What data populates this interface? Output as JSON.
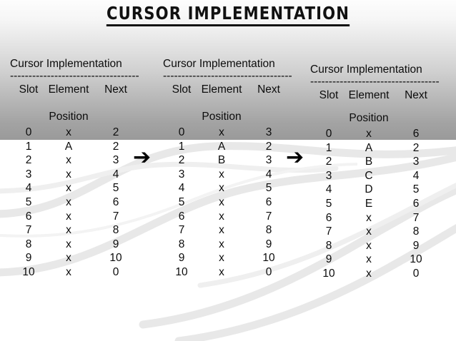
{
  "slide": {
    "title": "CURSOR IMPLEMENTATION",
    "background_top": "#fdfdfd",
    "background_mid": "#9a9a9a",
    "background_bottom": "#ffffff",
    "text_color": "#0c0c0c"
  },
  "arrows": [
    {
      "glyph": "➔",
      "name": "transition-arrow-1"
    },
    {
      "glyph": "➔",
      "name": "transition-arrow-2"
    }
  ],
  "tables": [
    {
      "caption": "Cursor Implementation",
      "divider": "-----------------------------------",
      "columns": [
        "Slot",
        "Element",
        "Next"
      ],
      "section_label": "Position",
      "rows": [
        [
          "0",
          "x",
          "2"
        ],
        [
          "1",
          "A",
          "2"
        ],
        [
          "2",
          "x",
          "3"
        ],
        [
          "3",
          "x",
          "4"
        ],
        [
          "4",
          "x",
          "5"
        ],
        [
          "5",
          "x",
          "6"
        ],
        [
          "6",
          "x",
          "7"
        ],
        [
          "7",
          "x",
          "8"
        ],
        [
          "8",
          "x",
          "9"
        ],
        [
          "9",
          "x",
          "10"
        ],
        [
          "10",
          "x",
          "0"
        ]
      ]
    },
    {
      "caption": "Cursor Implementation",
      "divider": "-----------------------------------",
      "columns": [
        "Slot",
        "Element",
        "Next"
      ],
      "section_label": "Position",
      "rows": [
        [
          "0",
          "x",
          "3"
        ],
        [
          "1",
          "A",
          "2"
        ],
        [
          "2",
          "B",
          "3"
        ],
        [
          "3",
          "x",
          "4"
        ],
        [
          "4",
          "x",
          "5"
        ],
        [
          "5",
          "x",
          "6"
        ],
        [
          "6",
          "x",
          "7"
        ],
        [
          "7",
          "x",
          "8"
        ],
        [
          "8",
          "x",
          "9"
        ],
        [
          "9",
          "x",
          "10"
        ],
        [
          "10",
          "x",
          "0"
        ]
      ]
    },
    {
      "caption": "Cursor Implementation",
      "divider": "-----------------------------------",
      "columns": [
        "Slot",
        "Element",
        "Next"
      ],
      "section_label": "Position",
      "rows": [
        [
          "0",
          "x",
          "6"
        ],
        [
          "1",
          "A",
          "2"
        ],
        [
          "2",
          "B",
          "3"
        ],
        [
          "3",
          "C",
          "4"
        ],
        [
          "4",
          "D",
          "5"
        ],
        [
          "5",
          "E",
          "6"
        ],
        [
          "6",
          "x",
          "7"
        ],
        [
          "7",
          "x",
          "8"
        ],
        [
          "8",
          "x",
          "9"
        ],
        [
          "9",
          "x",
          "10"
        ],
        [
          "10",
          "x",
          "0"
        ]
      ]
    }
  ]
}
